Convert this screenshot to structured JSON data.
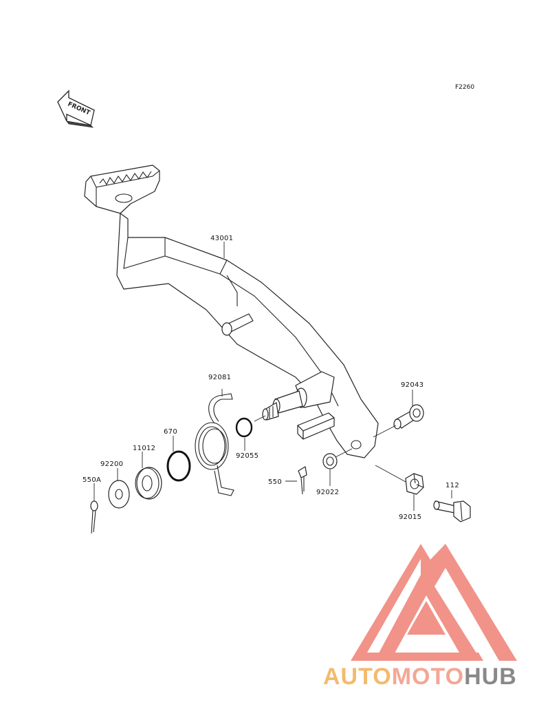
{
  "figure": {
    "code": "F2260",
    "front_label": "FRONT"
  },
  "parts": [
    {
      "id": "p-43001",
      "number": "43001"
    },
    {
      "id": "p-92081",
      "number": "92081"
    },
    {
      "id": "p-92043",
      "number": "92043"
    },
    {
      "id": "p-670",
      "number": "670"
    },
    {
      "id": "p-11012",
      "number": "11012"
    },
    {
      "id": "p-92200",
      "number": "92200"
    },
    {
      "id": "p-550A",
      "number": "550A"
    },
    {
      "id": "p-92055",
      "number": "92055"
    },
    {
      "id": "p-550",
      "number": "550"
    },
    {
      "id": "p-92022",
      "number": "92022"
    },
    {
      "id": "p-112",
      "number": "112"
    },
    {
      "id": "p-92015",
      "number": "92015"
    }
  ],
  "watermark": {
    "brand_part1": "AUTO",
    "brand_part2": "MOTO",
    "brand_part3": "HUB",
    "colors": {
      "triangle": "#f08a80",
      "auto": "#f4b560",
      "moto": "#f4a08c",
      "hub": "#808080"
    }
  }
}
